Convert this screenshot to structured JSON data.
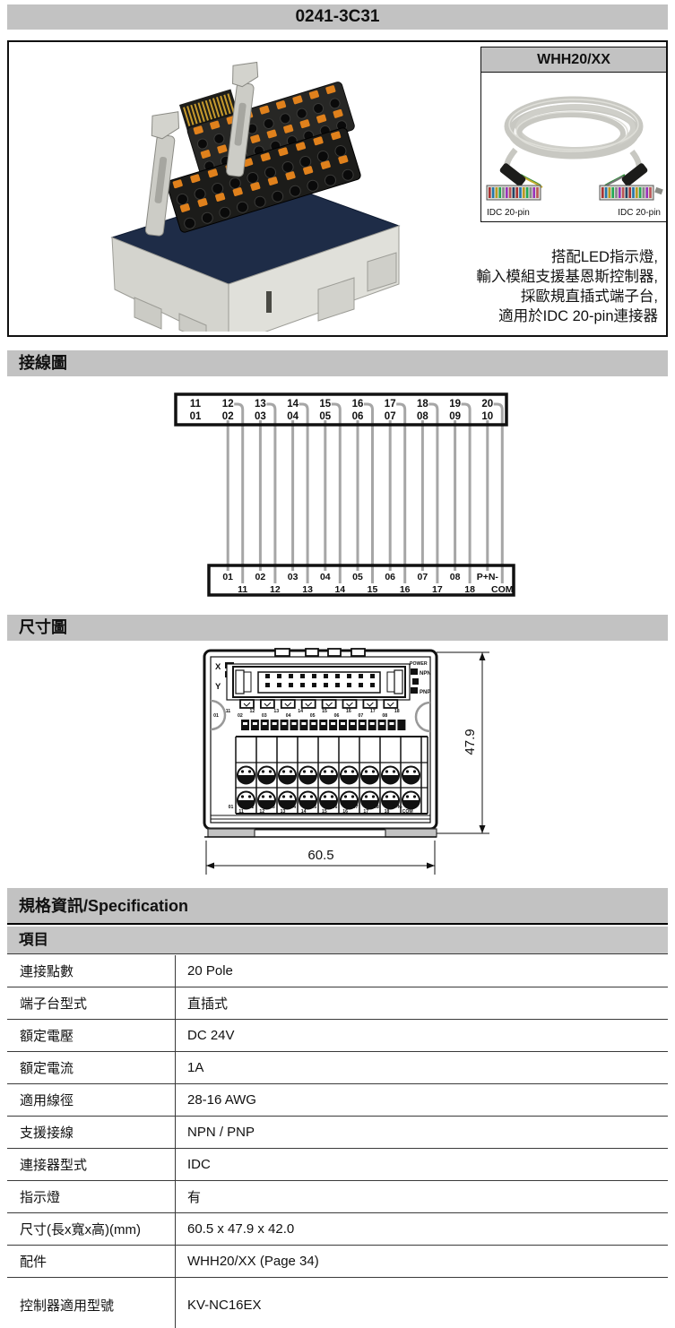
{
  "page": {
    "title": "0241-3C31"
  },
  "product": {
    "accessory_label": "WHH20/XX",
    "connector_left": "IDC 20-pin",
    "connector_right": "IDC 20-pin",
    "description_lines": [
      "搭配LED指示燈,",
      "輸入模組支援基恩斯控制器,",
      "採歐規直插式端子台,",
      "適用於IDC 20-pin連接器"
    ]
  },
  "sections": {
    "wiring": "接線圖",
    "dimensions": "尺寸圖",
    "spec": "規格資訊/Specification",
    "spec_item": "項目"
  },
  "wiring_diagram": {
    "top_row1": [
      "11",
      "12",
      "13",
      "14",
      "15",
      "16",
      "17",
      "18",
      "19",
      "20"
    ],
    "top_row2": [
      "01",
      "02",
      "03",
      "04",
      "05",
      "06",
      "07",
      "08",
      "09",
      "10"
    ],
    "bottom_row1": [
      "01",
      "02",
      "03",
      "04",
      "05",
      "06",
      "07",
      "08",
      "P+N-"
    ],
    "bottom_row2": [
      "11",
      "12",
      "13",
      "14",
      "15",
      "16",
      "17",
      "18",
      "COM"
    ]
  },
  "dimension_diagram": {
    "width_label": "60.5",
    "height_label": "47.9",
    "left_labels": [
      "X",
      "Y"
    ],
    "right_labels": [
      "POWER",
      "NPN",
      "PNP"
    ],
    "top_pin_labels": [
      "01",
      "11",
      "02",
      "12",
      "03",
      "13",
      "04",
      "14",
      "05",
      "15",
      "06",
      "16",
      "07",
      "17",
      "08",
      "18"
    ],
    "bottom_pin_labels": [
      "01",
      "11",
      "02",
      "12",
      "03",
      "13",
      "04",
      "14",
      "05",
      "15",
      "06",
      "16",
      "07",
      "17",
      "08",
      "18",
      "P+N-",
      "COM"
    ]
  },
  "spec_table": {
    "rows": [
      {
        "label": "連接點數",
        "value": "20 Pole"
      },
      {
        "label": "端子台型式",
        "value": "直插式"
      },
      {
        "label": "額定電壓",
        "value": "DC 24V"
      },
      {
        "label": "額定電流",
        "value": "1A"
      },
      {
        "label": "適用線徑",
        "value": "28-16 AWG"
      },
      {
        "label": "支援接線",
        "value": "NPN / PNP"
      },
      {
        "label": "連接器型式",
        "value": "IDC"
      },
      {
        "label": "指示燈",
        "value": "有"
      },
      {
        "label": "尺寸(長x寬x高)(mm)",
        "value": "60.5 x 47.9 x 42.0"
      },
      {
        "label": "配件",
        "value": "WHH20/XX (Page 34)"
      },
      {
        "label": "控制器適用型號",
        "value": "KV-NC16EX"
      }
    ]
  },
  "colors": {
    "bar_gray": "#c2c2c2",
    "clip_orange": "#e0811c",
    "pcb_navy": "#1e2c47",
    "cable_gray": "#c8c8c2",
    "wiring_line_gray": "#a6a6a6"
  }
}
